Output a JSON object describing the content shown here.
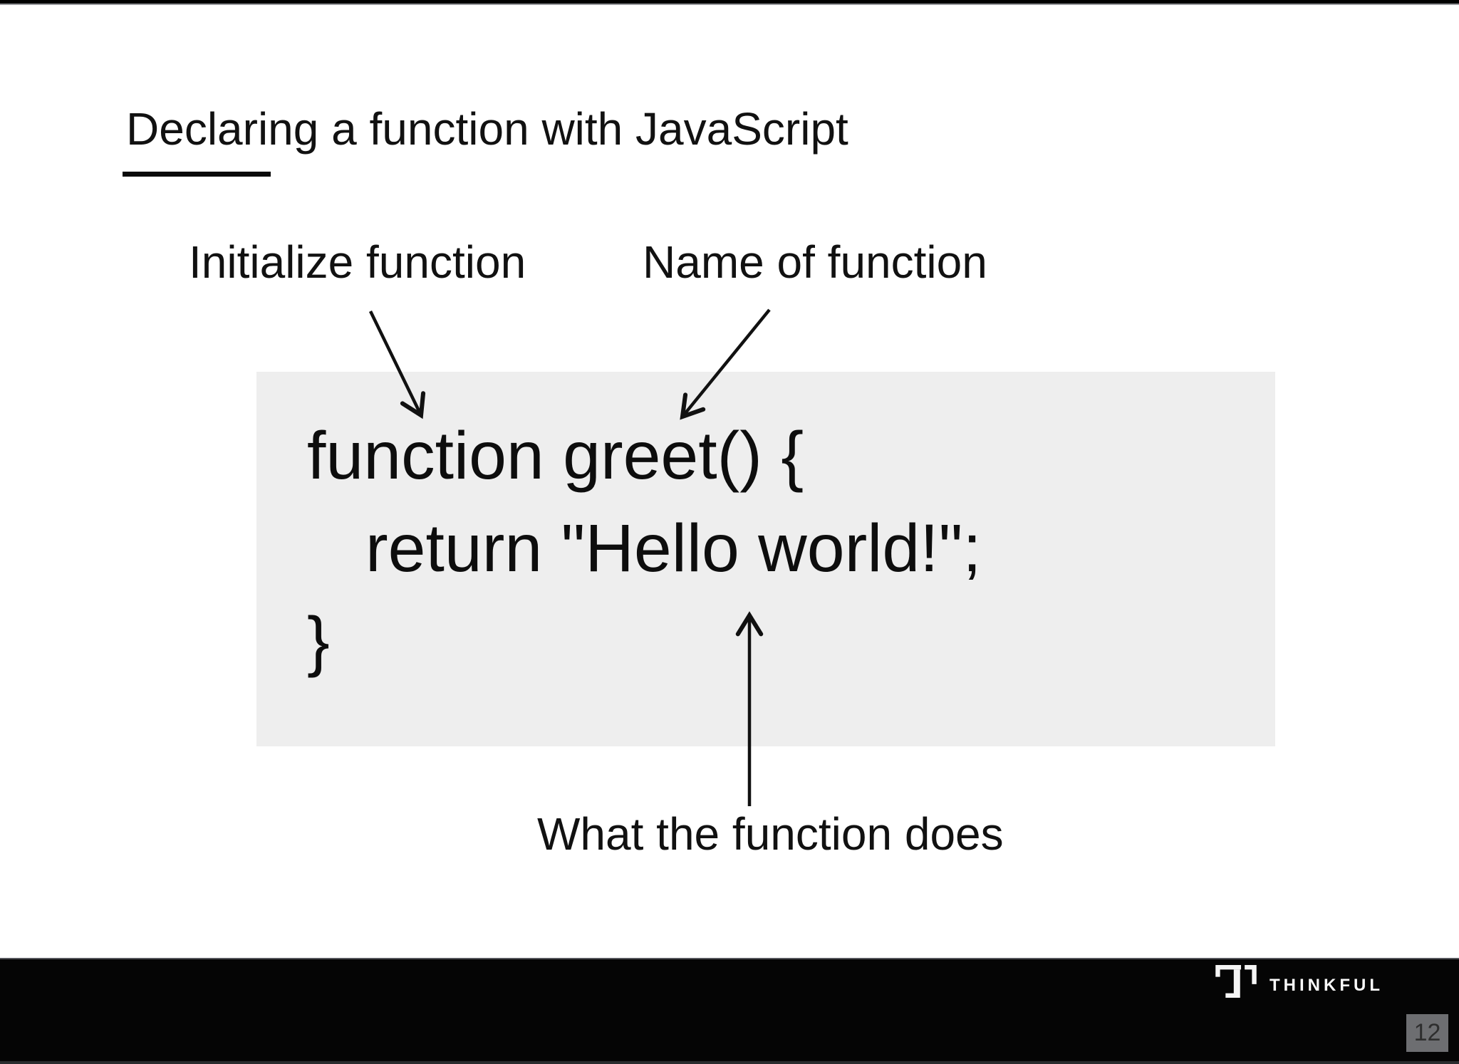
{
  "slide": {
    "title": "Declaring a function with JavaScript",
    "labels": {
      "initialize": "Initialize function",
      "name": "Name of function",
      "what": "What the function does"
    },
    "code": {
      "line1": "function greet() {",
      "line2": "return \"Hello world!\";",
      "line3": "}"
    },
    "footer": {
      "brand": "THINKFUL",
      "page_number": "12"
    },
    "icons": {
      "logo": "thinkful-t-logo-icon",
      "arrow_initialize": "down-right-arrow-icon",
      "arrow_name": "down-left-arrow-icon",
      "arrow_what": "up-arrow-icon"
    },
    "colors": {
      "background": "#ffffff",
      "text": "#111111",
      "code_box_bg": "#eeeeee",
      "top_bar": "#000000",
      "footer_bg": "#050505",
      "footer_top_border": "#54555a",
      "footer_bottom_line": "#292c2e",
      "logo_white": "#f5f5f5",
      "page_badge_bg": "#6d6e71",
      "page_badge_text": "#2e2e2e"
    }
  }
}
